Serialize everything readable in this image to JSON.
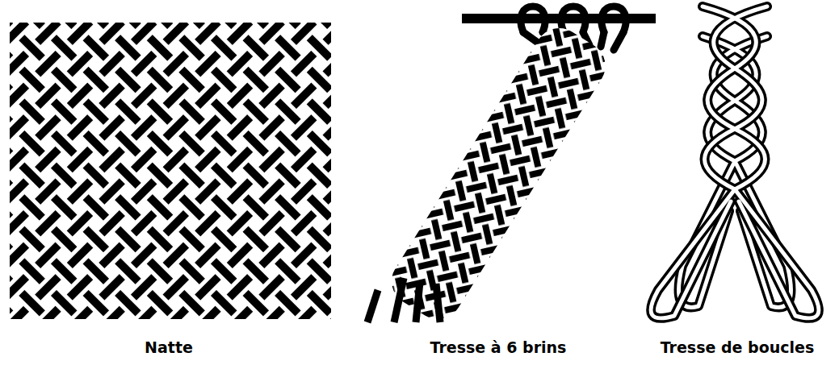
{
  "diagram": {
    "labels": [
      "Natte",
      "Tresse à 6 brins",
      "Tresse de boucles"
    ]
  }
}
